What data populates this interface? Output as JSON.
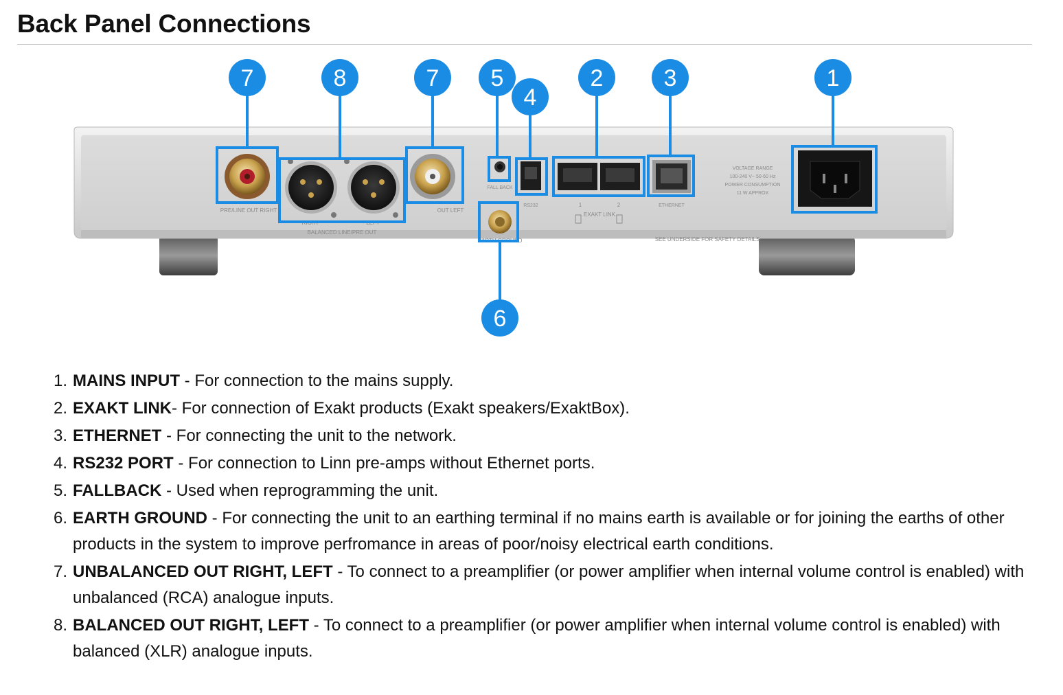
{
  "page": {
    "title": "Back Panel Connections"
  },
  "badges": [
    {
      "id": "b7a",
      "num": "7"
    },
    {
      "id": "b8",
      "num": "8"
    },
    {
      "id": "b7b",
      "num": "7"
    },
    {
      "id": "b5",
      "num": "5"
    },
    {
      "id": "b4",
      "num": "4"
    },
    {
      "id": "b2",
      "num": "2"
    },
    {
      "id": "b3",
      "num": "3"
    },
    {
      "id": "b1",
      "num": "1"
    },
    {
      "id": "b6",
      "num": "6"
    }
  ],
  "panel_labels": {
    "preline_out_right": "PRE/LINE OUT RIGHT",
    "right": "RIGHT",
    "left": "LEFT",
    "balanced_line_pre_out": "BALANCED LINE/PRE OUT",
    "out_left": "OUT LEFT",
    "fall_back": "FALL BACK",
    "rs232": "RS232",
    "exakt_1": "1",
    "exakt_2": "2",
    "exakt_link": "EXAKT LINK",
    "ethernet": "ETHERNET",
    "voltage_range": "VOLTAGE RANGE",
    "voltage_value": "100-240 V~ 50-60 Hz",
    "power_consumption": "POWER CONSUMPTION",
    "power_value": "11 W APPROX",
    "earth_ground": "EARTH GROUND",
    "safety": "SEE UNDERSIDE FOR SAFETY DETAILS"
  },
  "colors": {
    "accent_blue": "#1a8ce3",
    "panel_silver": "#d8d8d8",
    "text": "#111111"
  },
  "connections": [
    {
      "num": "1.",
      "term": "MAINS INPUT",
      "desc": " - For connection to the mains supply."
    },
    {
      "num": "2.",
      "term": "EXAKT LINK",
      "desc": "- For connection of Exakt products (Exakt speakers/ExaktBox)."
    },
    {
      "num": "3.",
      "term": "ETHERNET",
      "desc": " - For connecting the unit to the network."
    },
    {
      "num": "4.",
      "term": "RS232 PORT",
      "desc": " - For connection to Linn pre-amps without Ethernet ports."
    },
    {
      "num": "5.",
      "term": "FALLBACK",
      "desc": " - Used when reprogramming the unit."
    },
    {
      "num": "6.",
      "term": "EARTH GROUND",
      "desc": " - For connecting the unit to an earthing terminal if no mains earth is available or for joining the earths of other products in the system to improve perfromance in areas of poor/noisy electrical earth conditions."
    },
    {
      "num": "7.",
      "term": "UNBALANCED OUT RIGHT, LEFT",
      "desc": " - To connect to a preamplifier (or power amplifier when internal volume control is enabled) with unbalanced (RCA) analogue inputs."
    },
    {
      "num": "8.",
      "term": "BALANCED OUT RIGHT, LEFT",
      "desc": " - To connect to a preamplifier (or power amplifier when internal volume control is enabled) with balanced (XLR) analogue inputs."
    }
  ]
}
